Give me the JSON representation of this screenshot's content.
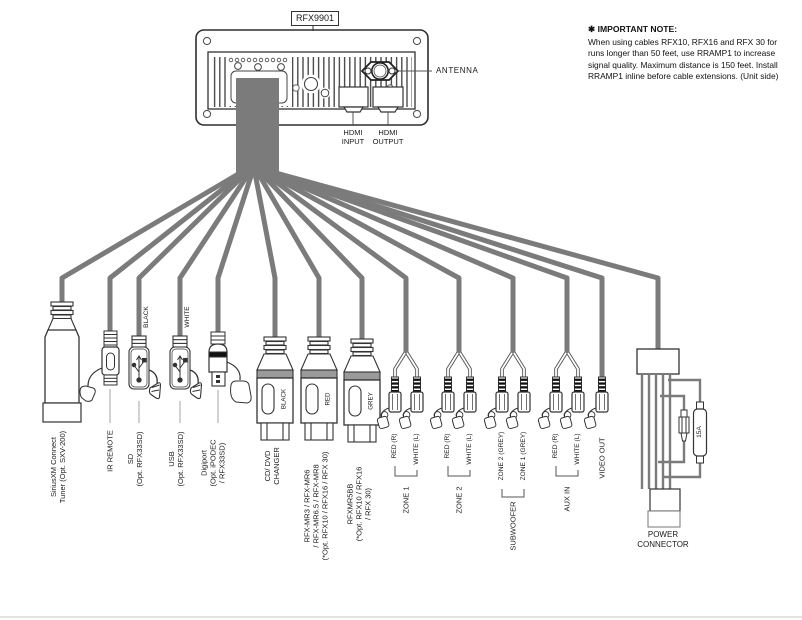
{
  "unit": {
    "model": "RFX9901",
    "antenna_label": "ANTENNA",
    "hdmi_input": [
      "HDMI",
      "INPUT"
    ],
    "hdmi_output": [
      "HDMI",
      "OUTPUT"
    ]
  },
  "note": {
    "title": "✱ IMPORTANT NOTE:",
    "lines": [
      "When using cables RFX10, RFX16 and RFX 30 for",
      "runs longer than 50 feet, use RRAMP1 to increase",
      "signal quality. Maximum distance is 150 feet. Install",
      "RRAMP1 inline before cable extensions. (Unit side)"
    ]
  },
  "connectors": {
    "siriusxm": {
      "lines": [
        "SiriusXM Connect",
        "Tuner (Opt. SXV-200)"
      ]
    },
    "ir_remote": {
      "lines": [
        "IR REMOTE"
      ]
    },
    "sd": {
      "wire_tag": "BLACK",
      "lines": [
        "SD",
        "(Opt. RFX33SD)"
      ]
    },
    "usb": {
      "wire_tag": "WHITE",
      "lines": [
        "USB",
        "(Opt. RFX33SD)"
      ]
    },
    "digiport": {
      "lines": [
        "Digiport",
        "(Opt. iPODEC",
        "/ RFX33SD)"
      ]
    },
    "cd_dvd": {
      "plug_color": "BLACK",
      "lines": [
        "CD/ DVD",
        "CHANGER"
      ]
    },
    "rfx_mr": {
      "plug_color": "RED",
      "lines": [
        "RFX-MR3 / RFX-MR6",
        "/ RFX-MR6.5 / RFX-MR8",
        "(*Opt. RFX10 / RFX16 / RFX 30)"
      ]
    },
    "rfxmr5bb": {
      "plug_color": "GREY",
      "lines": [
        "RFXMR5BB",
        "(*Opt. RFX10 / RFX16",
        "/ RFX 30)"
      ]
    },
    "zone1": {
      "left": "RED (R)",
      "right": "WHITE (L)",
      "label": "ZONE 1"
    },
    "zone2": {
      "left": "RED (R)",
      "right": "WHITE (L)",
      "label": "ZONE 2"
    },
    "subwoofer": {
      "left": "ZONE 2 (GREY)",
      "right": "ZONE 1 (GREY)",
      "label": "SUBWOOFER"
    },
    "aux_in": {
      "left": "RED (R)",
      "right": "WHITE (L)",
      "label": "AUX IN"
    },
    "video_out": {
      "label": "VIDEO OUT"
    },
    "power": {
      "fuse": "15A",
      "lines": [
        "POWER",
        "CONNECTOR"
      ]
    }
  },
  "colors": {
    "cable": "#7b7b7b",
    "stroke": "#333333",
    "din_band": "#9a9a9a",
    "bottom_rule": "#e3e3e3"
  }
}
